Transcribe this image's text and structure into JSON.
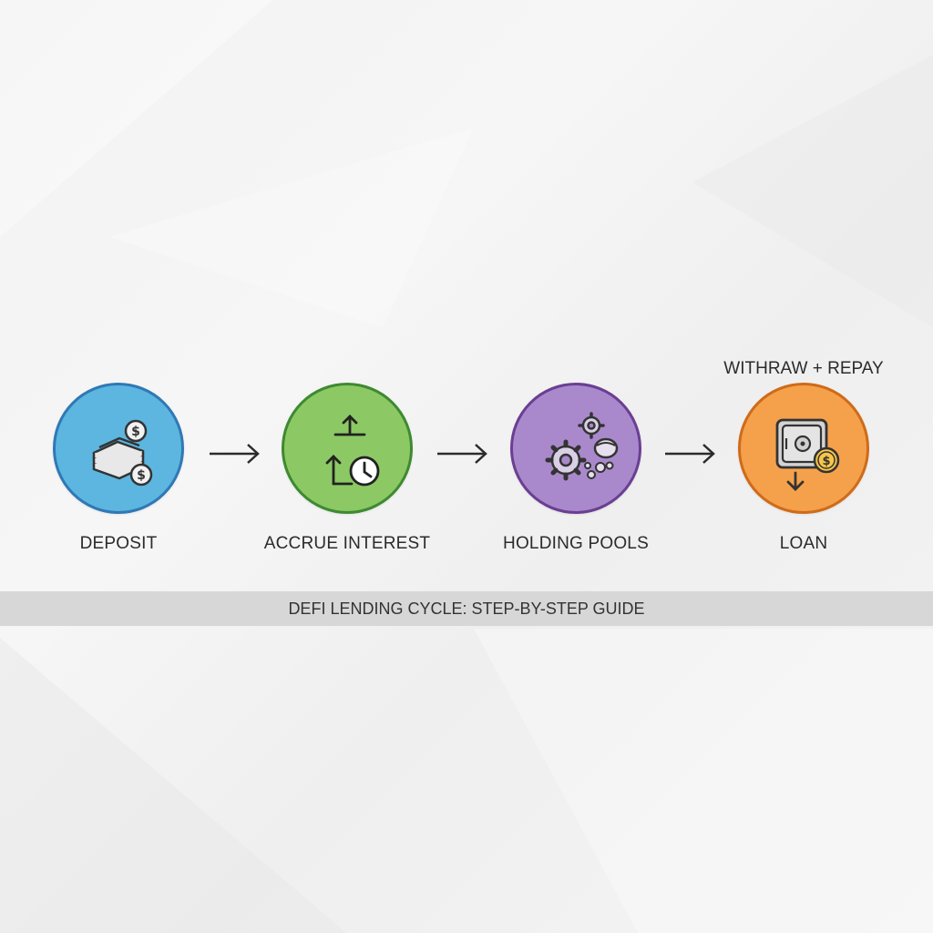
{
  "steps": [
    {
      "label": "DEPOSIT",
      "icon": "money-stack-icon",
      "fill": "#5cb6e0",
      "border": "#2f79b5"
    },
    {
      "label": "ACCRUE INTEREST",
      "icon": "interest-clock-icon",
      "fill": "#8cc965",
      "border": "#3e8a31"
    },
    {
      "label": "HOLDING POOLS",
      "icon": "gears-pool-icon",
      "fill": "#a989cb",
      "border": "#6a3f93"
    },
    {
      "label": "LOAN",
      "icon": "safe-coin-icon",
      "fill": "#f5a14c",
      "border": "#cf6b19"
    }
  ],
  "loan_annotation": "WITHRAW + REPAY",
  "banner_title": "DEFI LENDING CYCLE: STEP-BY-STEP GUIDE"
}
